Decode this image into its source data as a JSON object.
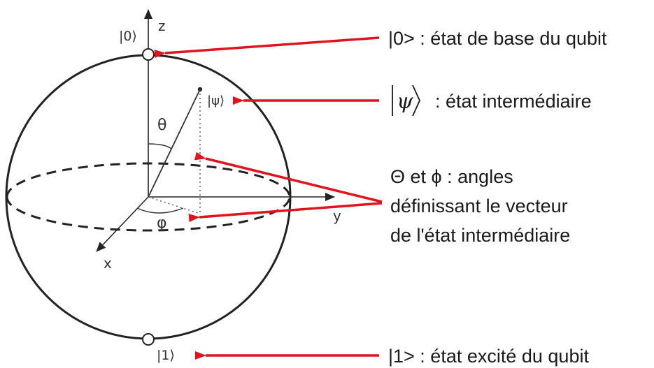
{
  "diagram": {
    "axis_labels": {
      "z": "z",
      "y": "y",
      "x": "x"
    },
    "state_labels": {
      "ket0": "|0⟩",
      "ket1": "|1⟩",
      "psi": "|ψ⟩"
    },
    "angle_labels": {
      "theta": "θ",
      "phi": "φ"
    }
  },
  "annotations": {
    "ket0_note": "|0> : état de base du qubit",
    "psi_symbol": "ψ",
    "psi_note": ": état intermédiaire",
    "angles_note_line1": "Θ et ϕ : angles",
    "angles_note_line2": "définissant le vecteur",
    "angles_note_line3": "de l'état intermédiaire",
    "ket1_note": "|1> : état excité du qubit"
  },
  "colors": {
    "arrow": "#e0141e",
    "ink": "#222222"
  }
}
